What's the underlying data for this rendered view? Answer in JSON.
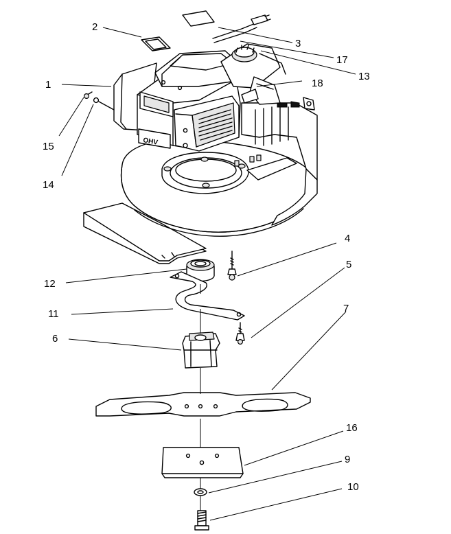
{
  "engine_badge": "OHV",
  "callouts": [
    {
      "id": "c1",
      "label": "1"
    },
    {
      "id": "c2",
      "label": "2"
    },
    {
      "id": "c3",
      "label": "3"
    },
    {
      "id": "c4",
      "label": "4"
    },
    {
      "id": "c5",
      "label": "5"
    },
    {
      "id": "c6",
      "label": "6"
    },
    {
      "id": "c7",
      "label": "7"
    },
    {
      "id": "c9",
      "label": "9"
    },
    {
      "id": "c10",
      "label": "10"
    },
    {
      "id": "c11",
      "label": "11"
    },
    {
      "id": "c12",
      "label": "12"
    },
    {
      "id": "c13",
      "label": "13"
    },
    {
      "id": "c14",
      "label": "14"
    },
    {
      "id": "c15",
      "label": "15"
    },
    {
      "id": "c16",
      "label": "16"
    },
    {
      "id": "c17",
      "label": "17"
    },
    {
      "id": "c18",
      "label": "18"
    }
  ]
}
